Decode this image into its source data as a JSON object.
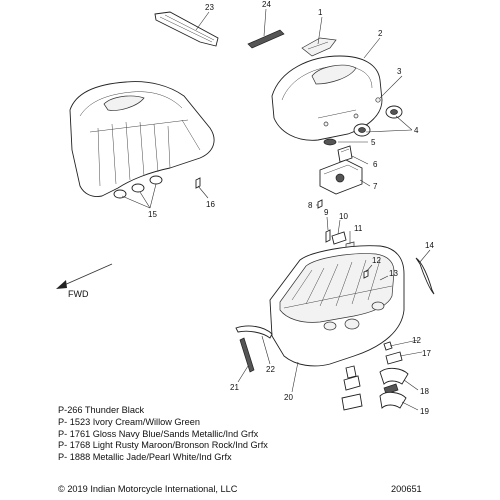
{
  "callouts": [
    "1",
    "2",
    "3",
    "4",
    "5",
    "6",
    "7",
    "8",
    "9",
    "10",
    "11",
    "12",
    "13",
    "14",
    "15",
    "16",
    "17",
    "18",
    "19",
    "20",
    "21",
    "22",
    "23",
    "24",
    "12"
  ],
  "direction_label": "FWD",
  "paint_codes": [
    "P-266  Thunder Black",
    "P- 1523 Ivory Cream/Willow Green",
    "P- 1761 Gloss Navy Blue/Sands Metallic/Ind Grfx",
    "P- 1768 Light Rusty Maroon/Bronson Rock/Ind Grfx",
    "P- 1888 Metallic Jade/Pearl White/Ind Grfx"
  ],
  "copyright": "© 2019 Indian Motorcycle International, LLC",
  "document_number": "200651"
}
